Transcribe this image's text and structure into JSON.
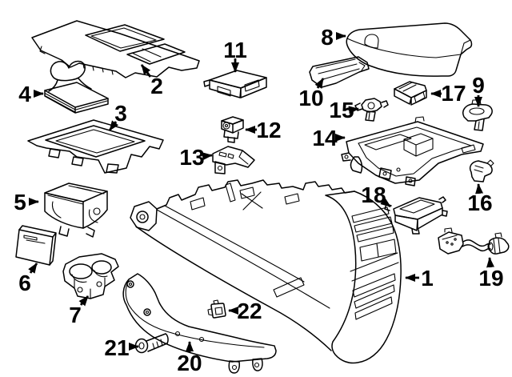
{
  "diagram": {
    "background_color": "#ffffff",
    "line_color": "#000000",
    "part_count": 22
  },
  "callouts": [
    {
      "label": "1"
    },
    {
      "label": "2"
    },
    {
      "label": "3"
    },
    {
      "label": "4"
    },
    {
      "label": "5"
    },
    {
      "label": "6"
    },
    {
      "label": "7"
    },
    {
      "label": "8"
    },
    {
      "label": "9"
    },
    {
      "label": "10"
    },
    {
      "label": "11"
    },
    {
      "label": "12"
    },
    {
      "label": "13"
    },
    {
      "label": "14"
    },
    {
      "label": "15"
    },
    {
      "label": "16"
    },
    {
      "label": "17"
    },
    {
      "label": "18"
    },
    {
      "label": "19"
    },
    {
      "label": "20"
    },
    {
      "label": "21"
    },
    {
      "label": "22"
    }
  ]
}
